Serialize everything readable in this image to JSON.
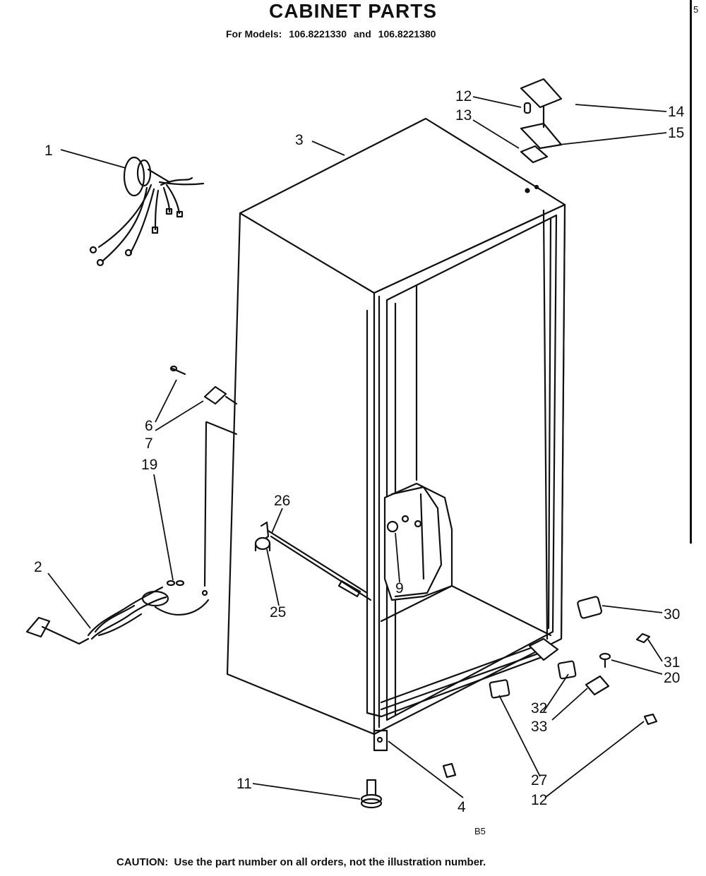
{
  "title": "CABINET PARTS",
  "models": {
    "prefix": "For Models:",
    "model_a": "106.8221330",
    "joiner": "and",
    "model_b": "106.8221380"
  },
  "callouts": {
    "c1": "1",
    "c2": "2",
    "c3": "3",
    "c4": "4",
    "c6": "6",
    "c7": "7",
    "c9": "9",
    "c11": "11",
    "c12_top": "12",
    "c12_bottom": "12",
    "c13": "13",
    "c14": "14",
    "c15": "15",
    "c19": "19",
    "c20": "20",
    "c25": "25",
    "c26": "26",
    "c27": "27",
    "c30": "30",
    "c31": "31",
    "c32": "32",
    "c33": "33"
  },
  "page_code": "B5",
  "edge_code": "5",
  "caution": {
    "label": "CAUTION:",
    "text": "Use the part number on all orders, not the illustration number."
  }
}
